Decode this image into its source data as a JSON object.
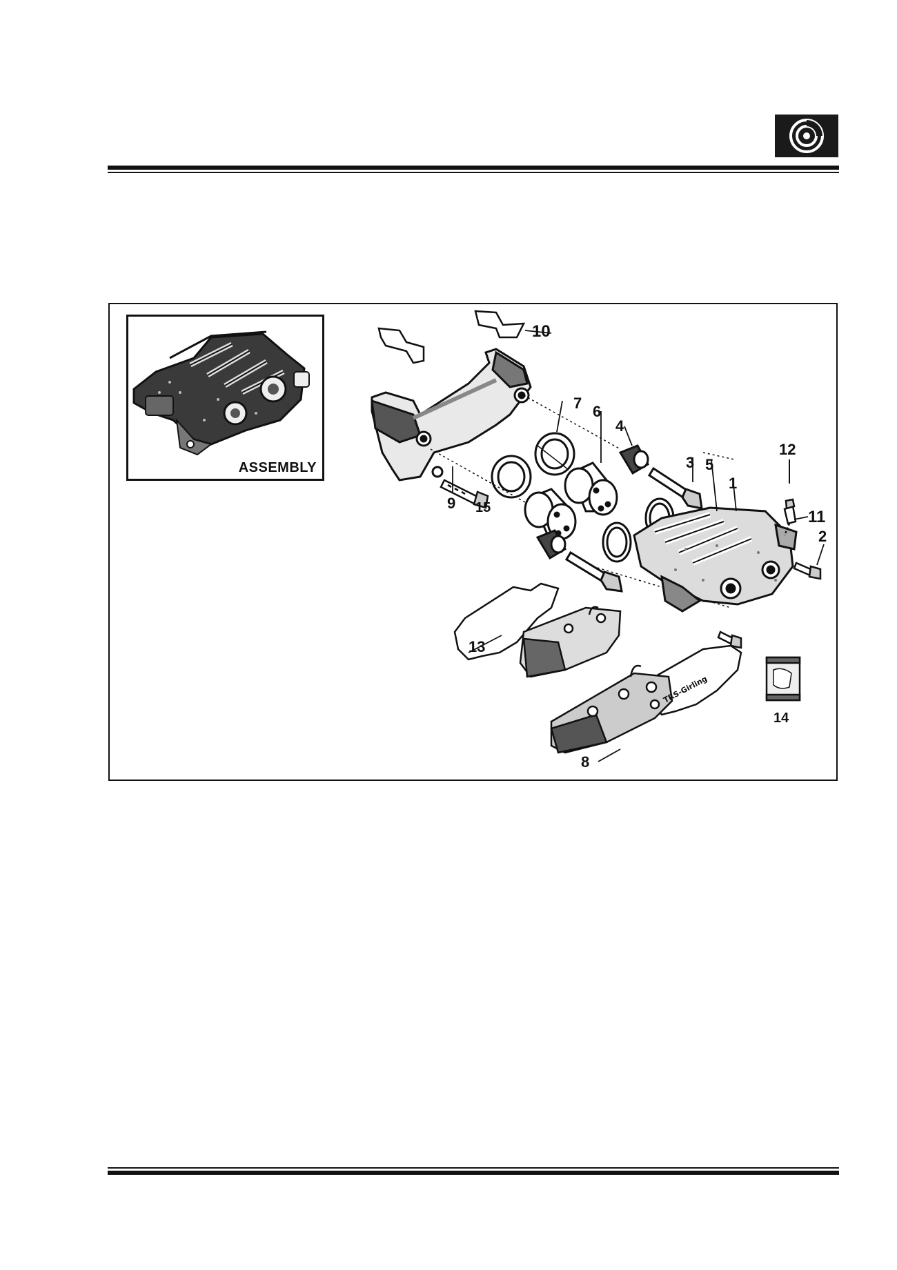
{
  "figure": {
    "inset_label": "ASSEMBLY",
    "callouts": [
      {
        "id": "c1",
        "text": "1"
      },
      {
        "id": "c2",
        "text": "2"
      },
      {
        "id": "c3",
        "text": "3"
      },
      {
        "id": "c4",
        "text": "4"
      },
      {
        "id": "c5",
        "text": "5"
      },
      {
        "id": "c6",
        "text": "6"
      },
      {
        "id": "c7",
        "text": "7"
      },
      {
        "id": "c8",
        "text": "8"
      },
      {
        "id": "c9",
        "text": "9"
      },
      {
        "id": "c10",
        "text": "10"
      },
      {
        "id": "c11",
        "text": "11"
      },
      {
        "id": "c12",
        "text": "12"
      },
      {
        "id": "c13",
        "text": "13"
      },
      {
        "id": "c14",
        "text": "14"
      },
      {
        "id": "c15",
        "text": "15"
      }
    ],
    "pad_marking": "TRS-Girling"
  },
  "icons": {
    "header_emblem": "brake-disc-icon"
  }
}
